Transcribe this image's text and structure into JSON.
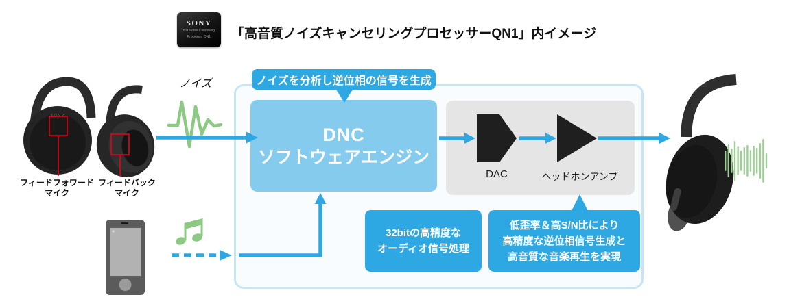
{
  "colors": {
    "accent_blue": "#2EA8E2",
    "light_blue": "#85CBEE",
    "panel_border": "#C5E6F6",
    "panel_bg": "#F8FCFE",
    "stage_gray": "#E5E5E5",
    "shape_black": "#1F1F1F",
    "signal_green": "#8CC983",
    "eq_green": "#9CCF93",
    "marker_red": "#E60012"
  },
  "chip": {
    "brand": "SONY",
    "line1": "HD Noise Cancelling",
    "line2": "Processor QN1"
  },
  "title": "「高音質ノイズキャンセリングプロセッサーQN1」内イメージ",
  "left_labels": {
    "noise": "ノイズ",
    "feedforward_mic": "フィードフォワード\nマイク",
    "feedback_mic": "フィードバック\nマイク"
  },
  "diagram": {
    "callout": "ノイズを分析し逆位相の信号を生成",
    "dnc_line1": "DNC",
    "dnc_line2": "ソフトウェアエンジン",
    "dac": "DAC",
    "headphone_amp": "ヘッドホンアンプ",
    "note_32bit": "32bitの高精度な\nオーディオ信号処理",
    "note_amp": "低歪率＆高S/N比により\n高精度な逆位相信号生成と\n高音質な音楽再生を実現"
  },
  "illustrations": {
    "cup_brand": "SONY",
    "eq_bar_heights": [
      30,
      48,
      36,
      58,
      42,
      30,
      40,
      46,
      32,
      44,
      38,
      52,
      64,
      22
    ]
  }
}
